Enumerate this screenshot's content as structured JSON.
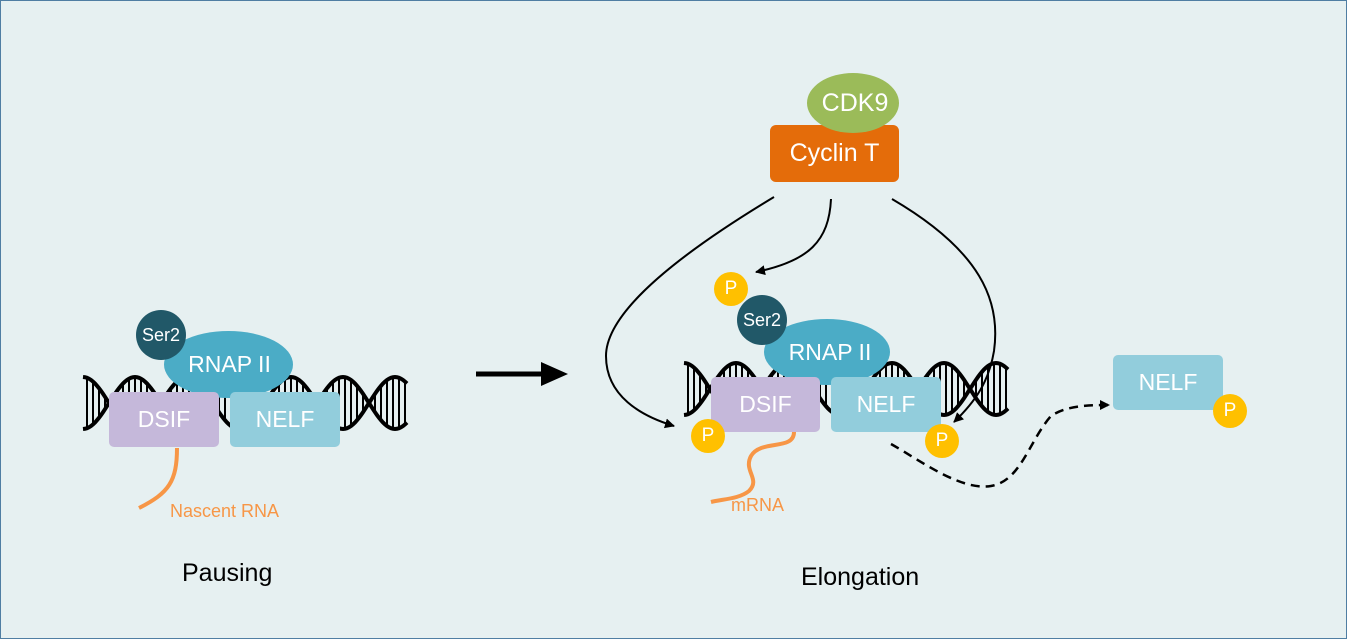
{
  "pausing": {
    "ser2": "Ser2",
    "rnap": "RNAP II",
    "dsif": "DSIF",
    "nelf": "NELF",
    "rna_label": "Nascent RNA",
    "stage_label": "Pausing"
  },
  "elongation": {
    "cdk9": "CDK9",
    "cyclin": "Cyclin T",
    "ser2": "Ser2",
    "rnap": "RNAP II",
    "dsif": "DSIF",
    "nelf": "NELF",
    "phospho": "P",
    "rna_label": "mRNA",
    "released_nelf": "NELF",
    "stage_label": "Elongation"
  },
  "colors": {
    "background": "#e6f0f1",
    "dsif": "#c5b8da",
    "nelf": "#92cddc",
    "rnap": "#4bacc6",
    "ser2": "#215868",
    "phosphate": "#ffc000",
    "cdk9": "#9bbb59",
    "cyclin_t": "#e46c0a",
    "rna": "#f79646"
  }
}
